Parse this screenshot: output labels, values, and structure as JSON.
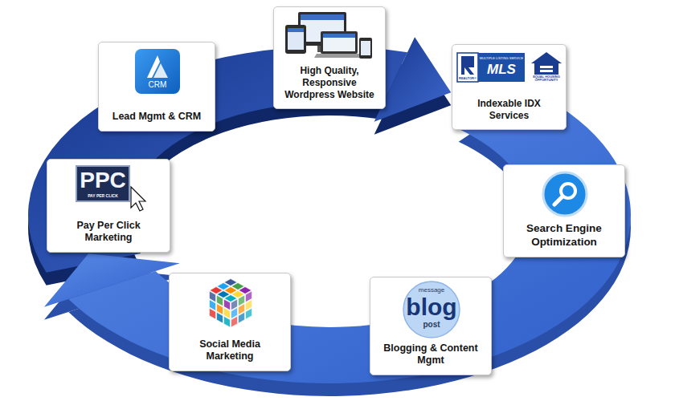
{
  "diagram": {
    "nodes": [
      {
        "text": [
          "High Quality, Responsive Wordpress Website"
        ]
      },
      {
        "text": [
          "CRM",
          "Lead Mgmt & CRM"
        ]
      },
      {
        "text": [
          "REALTOR®",
          "MULTIPLE LISTING SERVICE",
          "MLS",
          "EQUAL HOUSING OPPORTUNITY",
          "Indexable IDX Services"
        ]
      },
      {
        "text": [
          "PPC",
          "PAY PER CLICK",
          "Pay Per Click Marketing"
        ]
      },
      {
        "text": [
          "Search Engine Optimization"
        ]
      },
      {
        "text": [
          "Social Media Marketing"
        ]
      },
      {
        "text": [
          "message",
          "blog",
          "post",
          "Blogging & Content Mgmt"
        ]
      }
    ]
  }
}
